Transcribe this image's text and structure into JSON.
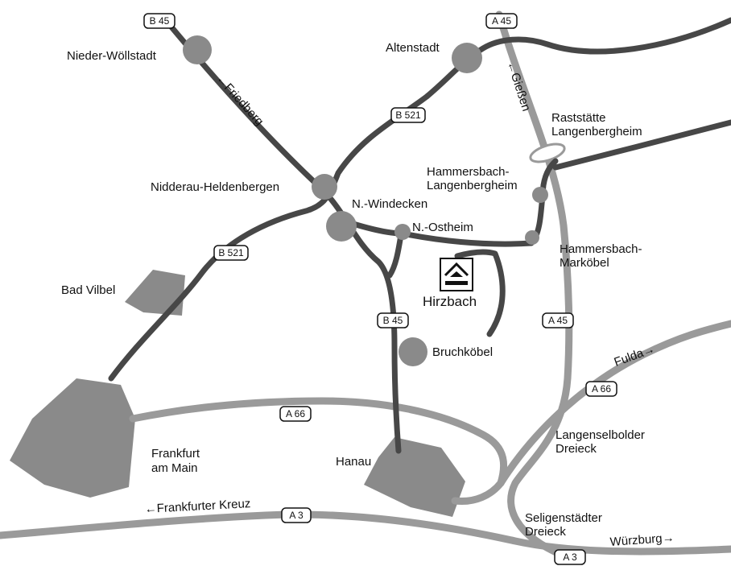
{
  "colors": {
    "background": "#ffffff",
    "autobahn": "#9a9a9a",
    "bundesstrasse": "#474747",
    "town_area": "#8a8a8a",
    "label": "#111111"
  },
  "places": {
    "nieder_woellstadt": "Nieder-Wöllstadt",
    "altenstadt": "Altenstadt",
    "raststaette_1": "Raststätte",
    "raststaette_2": "Langenbergheim",
    "hammersbach_lb_1": "Hammersbach-",
    "hammersbach_lb_2": "Langenbergheim",
    "nidderau": "Nidderau-Heldenbergen",
    "n_windecken": "N.-Windecken",
    "n_ostheim": "N.-Ostheim",
    "hammersbach_mk_1": "Hammersbach-",
    "hammersbach_mk_2": "Marköbel",
    "bad_vilbel": "Bad Vilbel",
    "hirzbach": "Hirzbach",
    "bruchkoebel": "Bruchköbel",
    "frankfurt_1": "Frankfurt",
    "frankfurt_2": "am Main",
    "hanau": "Hanau",
    "langenselbolder_1": "Langenselbolder",
    "langenselbolder_2": "Dreieck",
    "seligenstaedter_1": "Seligenstädter",
    "seligenstaedter_2": "Dreieck"
  },
  "directions": {
    "friedberg": "←Friedberg",
    "giessen": "←Gießen",
    "fulda": "Fulda→",
    "frankfurter_kreuz": "←Frankfurter Kreuz",
    "wuerzburg": "Würzburg→"
  },
  "shields": {
    "b45_top": "B 45",
    "a45_top": "A 45",
    "b521_top": "B 521",
    "b521_left": "B 521",
    "b45_mid": "B 45",
    "a45_mid": "A 45",
    "a66_left": "A 66",
    "a66_right": "A 66",
    "a3_left": "A 3",
    "a3_right": "A 3"
  },
  "icons": {
    "destination": "house-marker-icon"
  }
}
